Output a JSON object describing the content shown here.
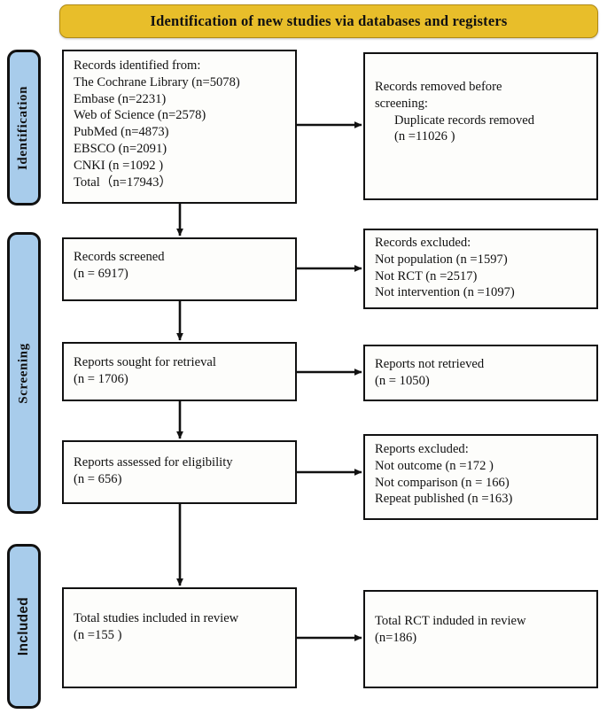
{
  "banner": {
    "title": "Identification of new studies via databases and registers",
    "bg_color": "#E8BE2A"
  },
  "stages": [
    {
      "label": "Identification",
      "bg_color": "#A8CCEB"
    },
    {
      "label": "Screening",
      "bg_color": "#A8CCEB"
    },
    {
      "label": "Included",
      "bg_color": "#A8CCEB"
    }
  ],
  "nodes": {
    "identified": {
      "lines": [
        "Records identified from:",
        "The Cochrane Library (n=5078)",
        "Embase (n=2231)",
        "Web of Science (n=2578)",
        "PubMed (n=4873)",
        "EBSCO (n=2091)",
        "CNKI (n =1092 )",
        "Total（n=17943）"
      ]
    },
    "removed": {
      "lines": [
        "Records removed before",
        "screening:",
        "Duplicate records removed",
        "(n =11026 )"
      ]
    },
    "screened": {
      "lines": [
        "Records screened",
        "(n = 6917)"
      ]
    },
    "records_excluded": {
      "lines": [
        "Records excluded:",
        "Not population (n =1597)",
        "Not RCT (n =2517)",
        "Not intervention (n =1097)"
      ]
    },
    "sought": {
      "lines": [
        "Reports sought for retrieval",
        "(n = 1706)"
      ]
    },
    "not_retrieved": {
      "lines": [
        "Reports not retrieved",
        "(n = 1050)"
      ]
    },
    "assessed": {
      "lines": [
        "Reports assessed for eligibility",
        "(n = 656)"
      ]
    },
    "reports_excluded": {
      "lines": [
        "Reports excluded:",
        "Not outcome (n =172 )",
        "Not comparison (n = 166)",
        "Repeat published (n =163)"
      ]
    },
    "included_total": {
      "lines": [
        "Total studies included in review",
        "(n =155 )"
      ]
    },
    "total_rct": {
      "lines": [
        "Total RCT induded in review",
        "(n=186)"
      ]
    }
  },
  "chart_data": {
    "type": "diagram",
    "title": "Identification of new studies via databases and registers",
    "flow": [
      {
        "stage": "Identification",
        "node": "Records identified from databases",
        "n": 17943,
        "sources": [
          {
            "name": "The Cochrane Library",
            "n": 5078
          },
          {
            "name": "Embase",
            "n": 2231
          },
          {
            "name": "Web of Science",
            "n": 2578
          },
          {
            "name": "PubMed",
            "n": 4873
          },
          {
            "name": "EBSCO",
            "n": 2091
          },
          {
            "name": "CNKI",
            "n": 1092
          }
        ],
        "excluded": [
          {
            "reason": "Duplicate records removed",
            "n": 11026
          }
        ]
      },
      {
        "stage": "Screening",
        "node": "Records screened",
        "n": 6917,
        "excluded": [
          {
            "reason": "Not population",
            "n": 1597
          },
          {
            "reason": "Not RCT",
            "n": 2517
          },
          {
            "reason": "Not intervention",
            "n": 1097
          }
        ]
      },
      {
        "stage": "Screening",
        "node": "Reports sought for retrieval",
        "n": 1706,
        "excluded": [
          {
            "reason": "Reports not retrieved",
            "n": 1050
          }
        ]
      },
      {
        "stage": "Screening",
        "node": "Reports assessed for eligibility",
        "n": 656,
        "excluded": [
          {
            "reason": "Not outcome",
            "n": 172
          },
          {
            "reason": "Not comparison",
            "n": 166
          },
          {
            "reason": "Repeat published",
            "n": 163
          }
        ]
      },
      {
        "stage": "Included",
        "node": "Total studies included in review",
        "n": 155,
        "related": [
          {
            "name": "Total RCT induded in review",
            "n": 186
          }
        ]
      }
    ]
  }
}
